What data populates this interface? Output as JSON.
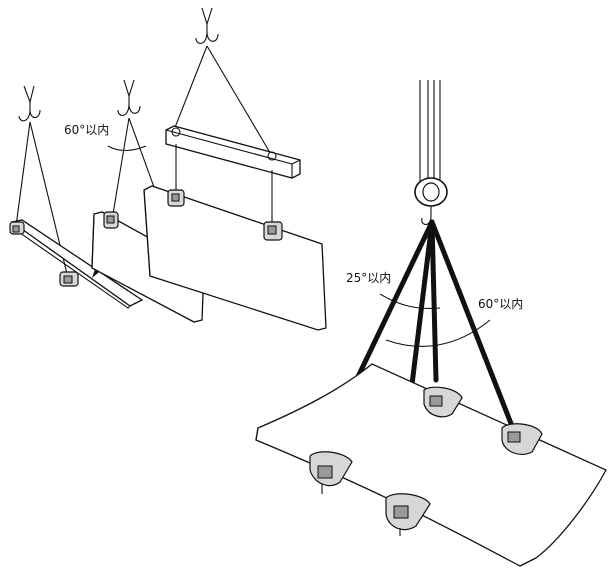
{
  "labels": {
    "angle_small_left": "60°以内",
    "angle_25": "25°以内",
    "angle_60_right": "60°以内"
  }
}
